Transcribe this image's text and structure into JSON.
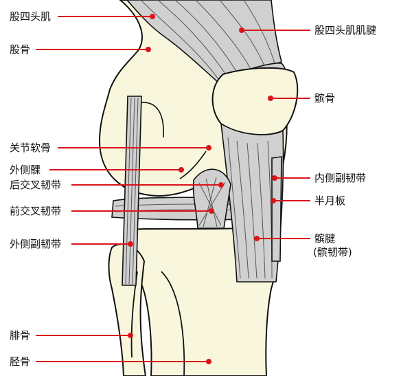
{
  "labels": {
    "quadriceps": "股四头肌",
    "femur": "股骨",
    "quadriceps_tendon": "股四头肌肌腱",
    "patella": "髌骨",
    "articular_cartilage": "关节软骨",
    "lateral_condyle": "外侧髁",
    "posterior_cruciate": "后交叉韧带",
    "medial_collateral": "内侧副韧带",
    "meniscus": "半月板",
    "anterior_cruciate": "前交叉韧带",
    "patellar_tendon_line1": "髌腱",
    "patellar_tendon_line2": "(髌韧带)",
    "lateral_collateral": "外侧副韧带",
    "fibula": "腓骨",
    "tibia": "胫骨"
  },
  "colors": {
    "bone": "#f8f6dc",
    "ligament": "#d0d0d0",
    "leader": "#d9141b",
    "outline": "#111111"
  }
}
